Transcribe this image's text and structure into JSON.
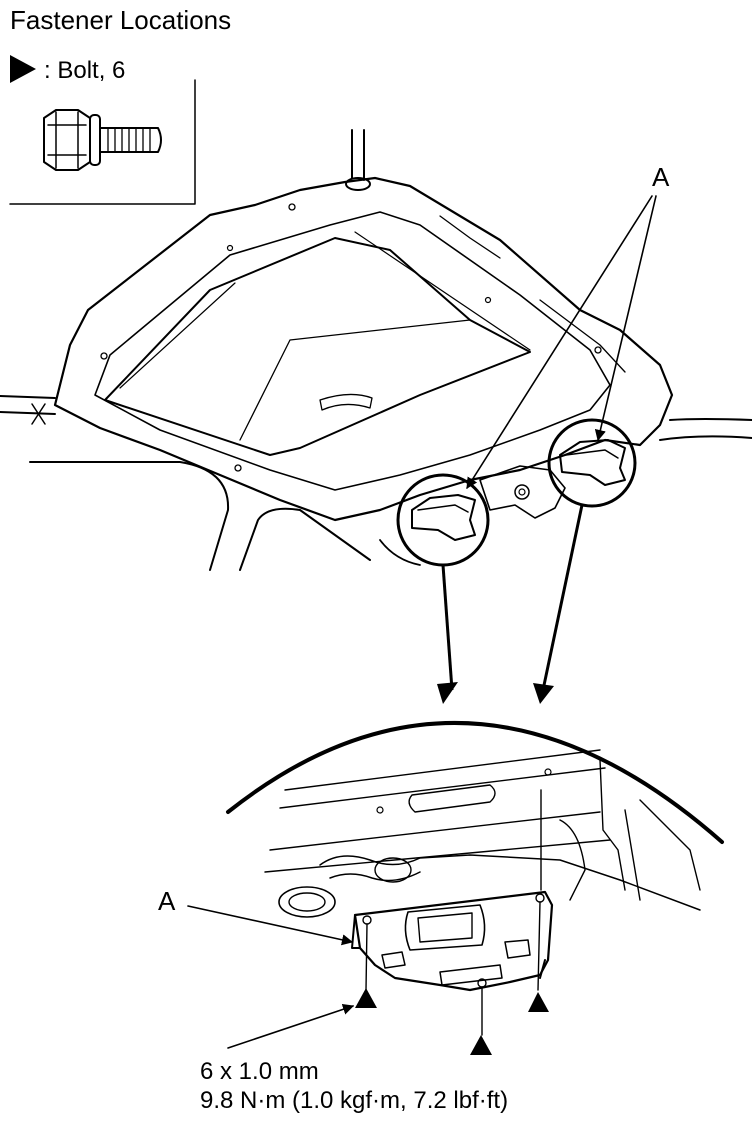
{
  "header": {
    "title": "Fastener Locations",
    "legend_label": ": Bolt, 6"
  },
  "callouts": {
    "a_top": "A",
    "a_detail": "A"
  },
  "spec": {
    "line1": "6 x 1.0 mm",
    "line2": "9.8 N·m (1.0 kgf·m, 7.2 lbf·ft)"
  }
}
